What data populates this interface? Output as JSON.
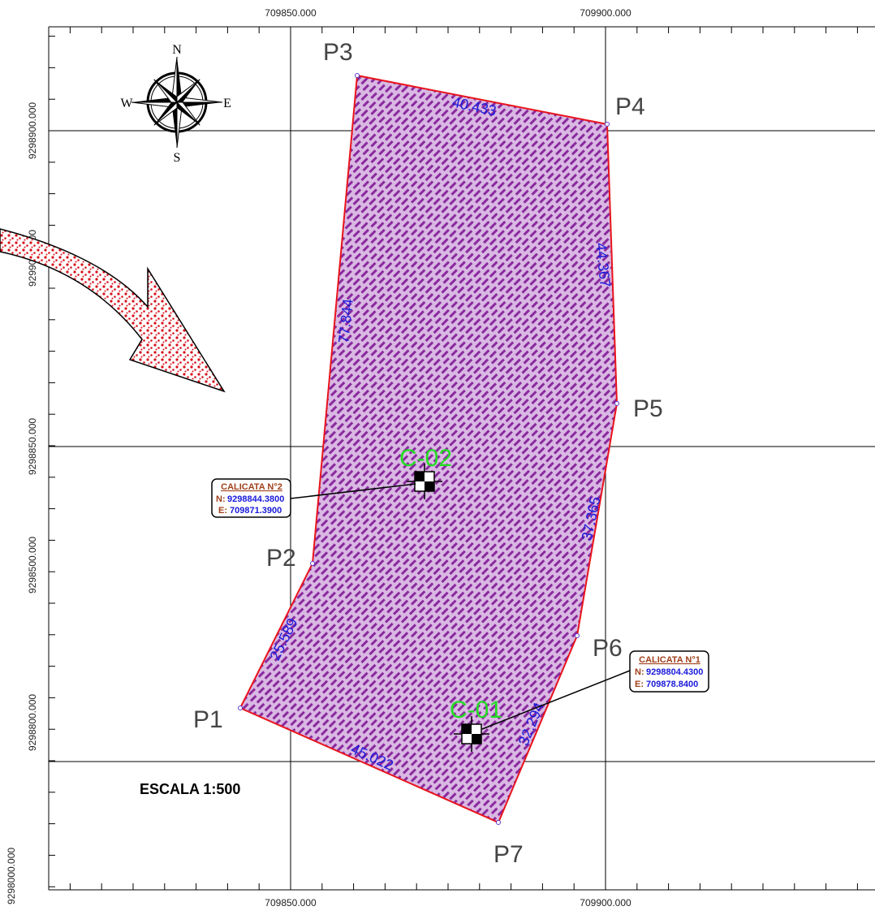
{
  "scale": {
    "label": "ESCALA 1:500"
  },
  "grid": {
    "x_top": [
      "709850.000",
      "709900.000"
    ],
    "x_bottom": [
      "709850.000",
      "709900.000"
    ],
    "y_left": [
      "9298900.000",
      "9299000.000",
      "9298850.000",
      "9298500.000",
      "9298800.000",
      "9298000.000"
    ]
  },
  "compass": {
    "n": "N",
    "s": "S",
    "e": "E",
    "w": "W"
  },
  "points": [
    {
      "id": "p1",
      "label": "P1"
    },
    {
      "id": "p2",
      "label": "P2"
    },
    {
      "id": "p3",
      "label": "P3"
    },
    {
      "id": "p4",
      "label": "P4"
    },
    {
      "id": "p5",
      "label": "P5"
    },
    {
      "id": "p6",
      "label": "P6"
    },
    {
      "id": "p7",
      "label": "P7"
    }
  ],
  "segments": {
    "p3_p4": "40.433",
    "p4_p5": "44.367",
    "p5_p6": "37.365",
    "p6_p7": "32.294",
    "p7_p1": "45.022",
    "p1_p2": "25.589",
    "p2_p3": "77.844"
  },
  "calicatas": [
    {
      "tag": "C-02",
      "title": "CALICATA N°2",
      "n_key": "N:",
      "n": "9298844.3800",
      "e_key": "E:",
      "e": "709871.3900"
    },
    {
      "tag": "C-01",
      "title": "CALICATA N°1",
      "n_key": "N:",
      "n": "9298804.4300",
      "e_key": "E:",
      "e": "709878.8400"
    }
  ],
  "colors": {
    "boundary": "#e8141c",
    "hatch": "#8a2a9e",
    "hatch_bg": "#d6b4e0",
    "labels_blue": "#1a1adb",
    "labels_green": "#22dd22",
    "arrow_dots": "#d8101a"
  }
}
